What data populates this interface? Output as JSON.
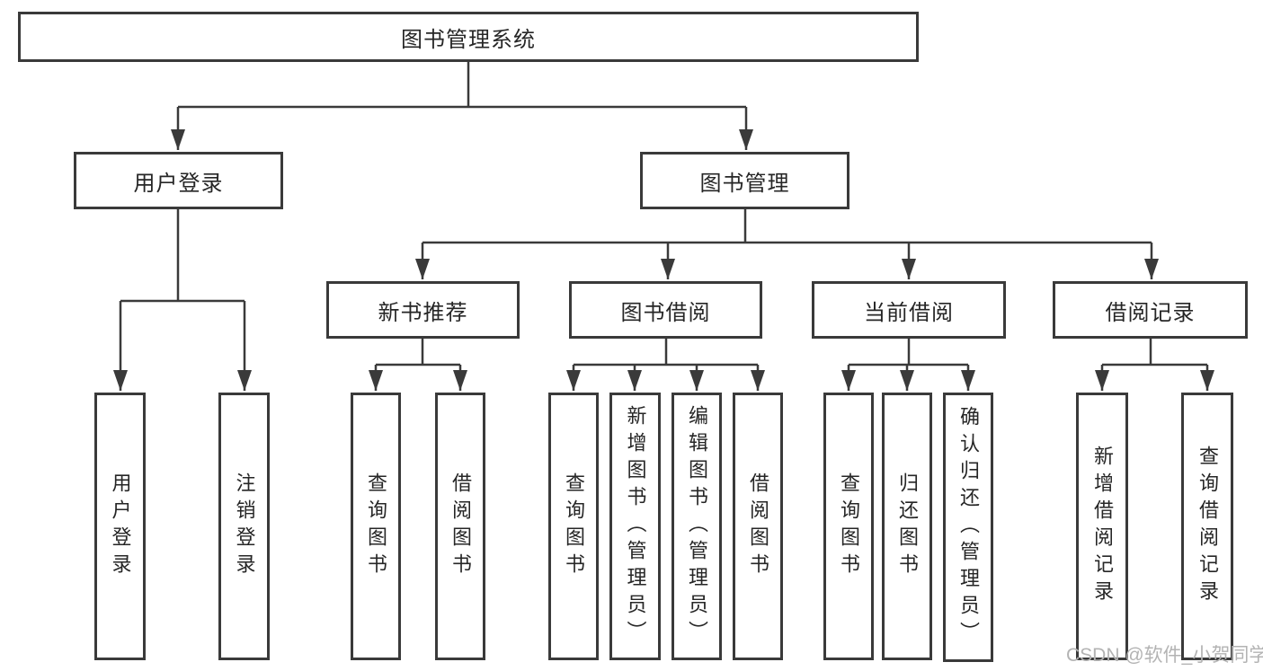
{
  "diagram": {
    "title": "图书管理系统",
    "level2": [
      {
        "label": "用户登录",
        "children": [
          {
            "label": "用户登录"
          },
          {
            "label": "注销登录"
          }
        ]
      },
      {
        "label": "图书管理",
        "children": [
          {
            "label": "新书推荐",
            "children": [
              {
                "label": "查询图书"
              },
              {
                "label": "借阅图书"
              }
            ]
          },
          {
            "label": "图书借阅",
            "children": [
              {
                "label": "查询图书"
              },
              {
                "label": "新增图书（管理员）"
              },
              {
                "label": "编辑图书（管理员）"
              },
              {
                "label": "借阅图书"
              }
            ]
          },
          {
            "label": "当前借阅",
            "children": [
              {
                "label": "查询图书"
              },
              {
                "label": "归还图书"
              },
              {
                "label": "确认归还（管理员）"
              }
            ]
          },
          {
            "label": "借阅记录",
            "children": [
              {
                "label": "新增借阅记录"
              },
              {
                "label": "查询借阅记录"
              }
            ]
          }
        ]
      }
    ]
  },
  "watermark": "CSDN @软件_小贺同学",
  "colors": {
    "line": "#3a3a3a",
    "box_border": "#3a3a3a",
    "text": "#262626",
    "watermark": "#b3b3b3",
    "background": "#ffffff"
  }
}
